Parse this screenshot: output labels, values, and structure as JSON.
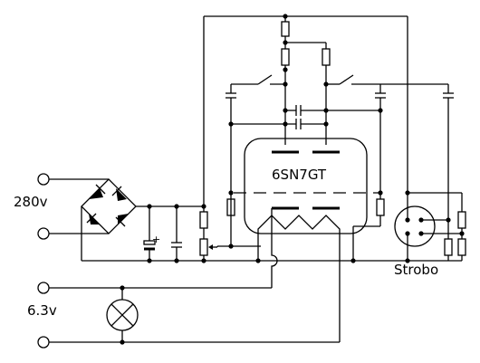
{
  "labels": {
    "supply_voltage": "280v",
    "heater_voltage": "6.3v",
    "tube": "6SN7GT",
    "output": "Strobo"
  },
  "symbols": {
    "polarity": "+"
  },
  "colors": {
    "ink": "#000000",
    "background": "#ffffff"
  }
}
